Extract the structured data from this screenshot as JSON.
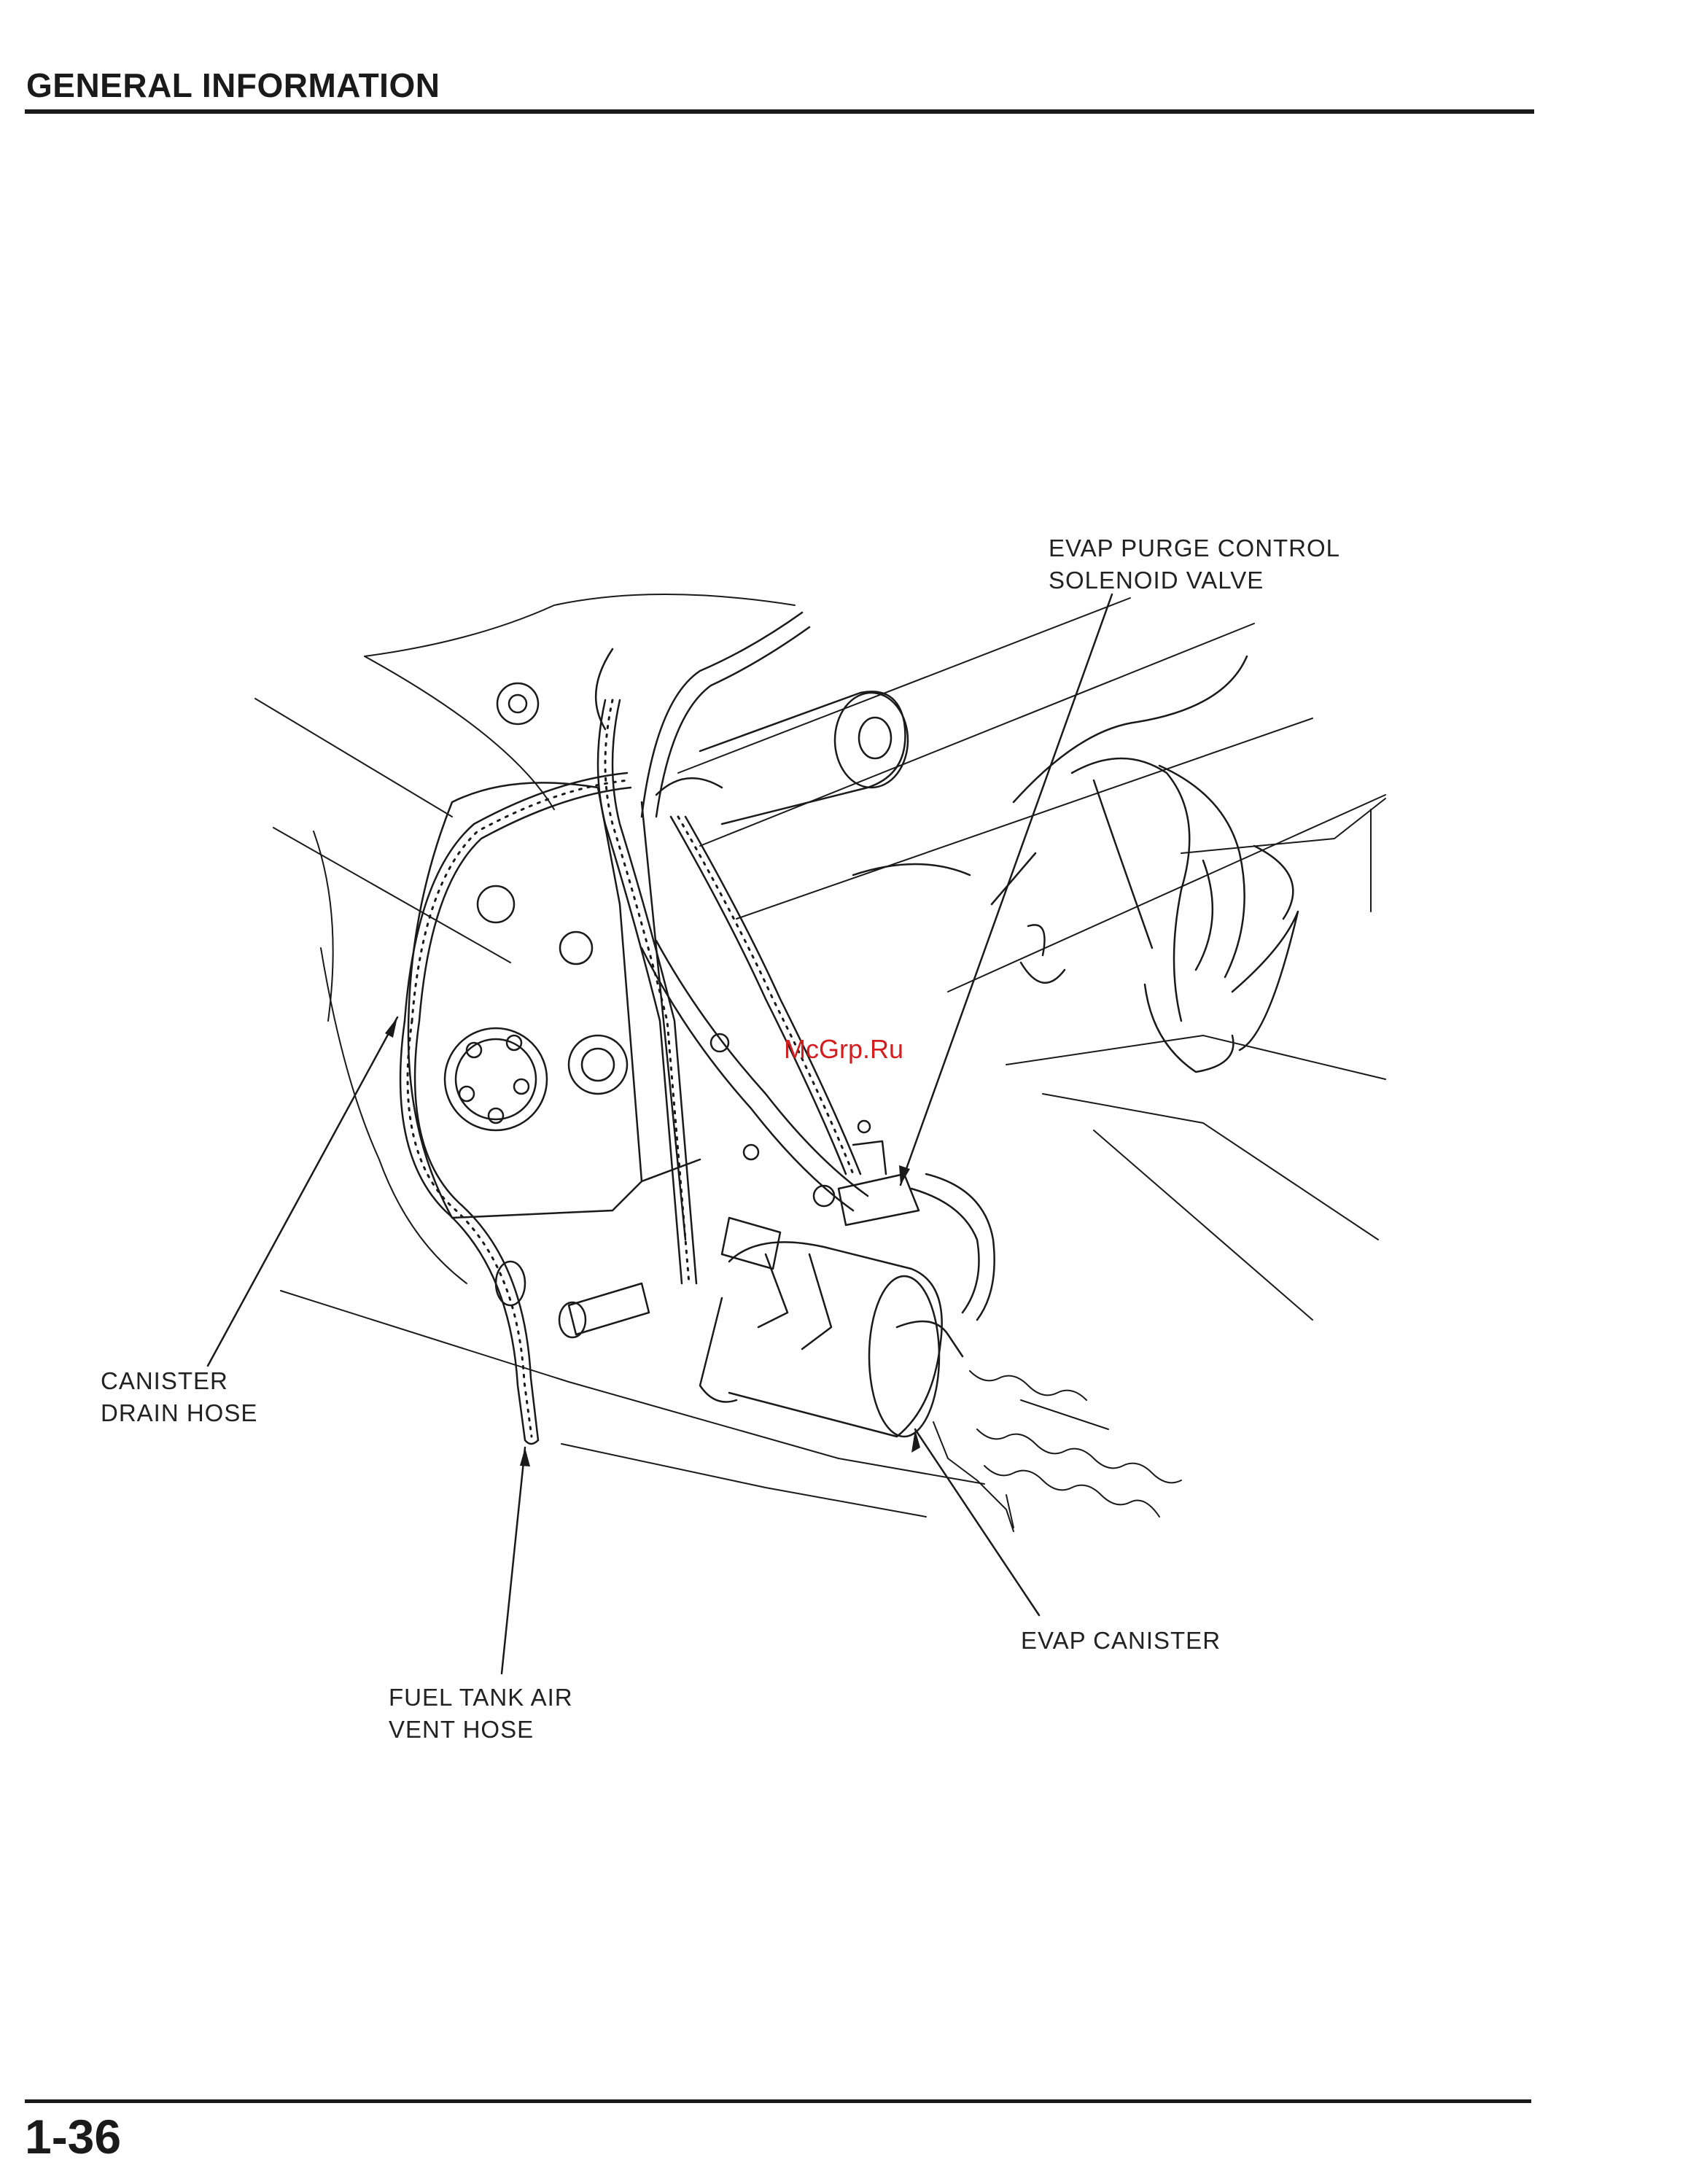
{
  "header": {
    "section_title": "GENERAL INFORMATION"
  },
  "figure": {
    "callouts": {
      "purge_valve": {
        "line1": "EVAP PURGE CONTROL",
        "line2": "SOLENOID VALVE"
      },
      "drain_hose": {
        "line1": "CANISTER",
        "line2": "DRAIN HOSE"
      },
      "vent_hose": {
        "line1": "FUEL TANK AIR",
        "line2": "VENT HOSE"
      },
      "canister": {
        "line1": "EVAP CANISTER"
      }
    },
    "watermark": "McGrp.Ru"
  },
  "footer": {
    "page_number": "1-36"
  },
  "colors": {
    "ink": "#1a1a1a",
    "watermark": "#d21e1e",
    "paper": "#ffffff"
  }
}
